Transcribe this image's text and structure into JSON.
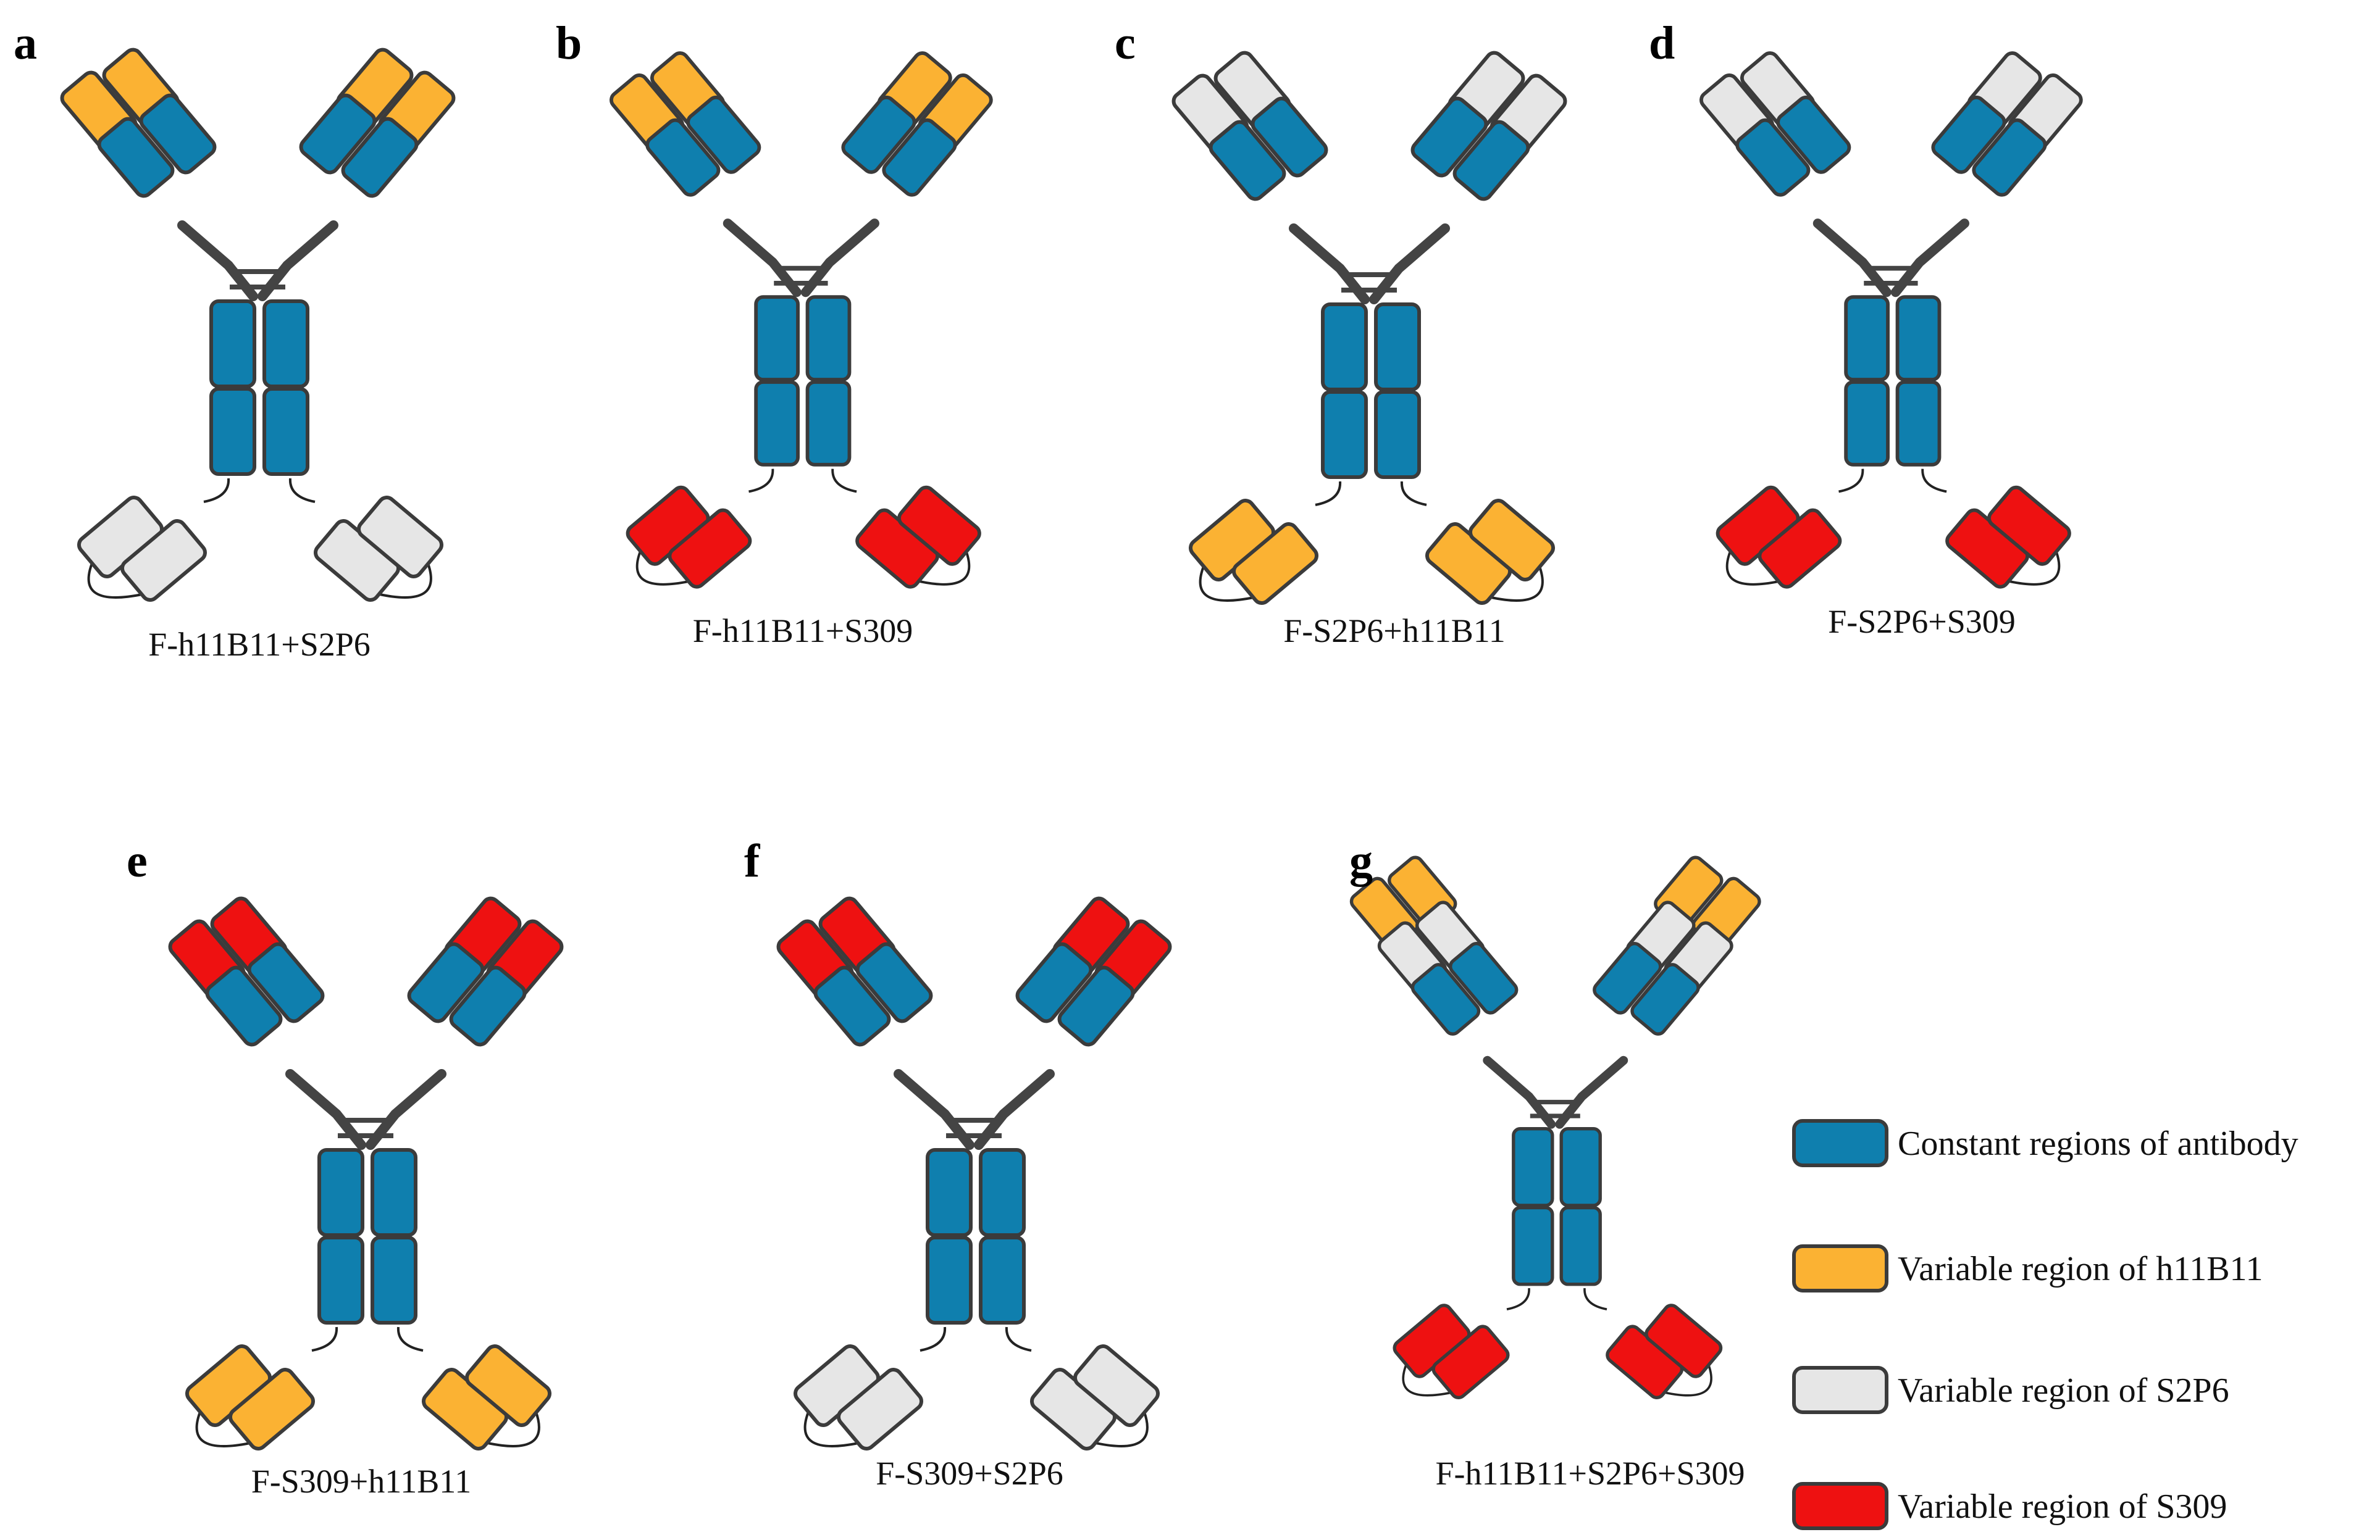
{
  "colors": {
    "constant": "#0f7fae",
    "h11B11": "#fbb233",
    "S2P6": "#e6e6e6",
    "S309": "#ee1111"
  },
  "panels": [
    {
      "letter": "a",
      "caption": "F-h11B11+S2P6",
      "fab_outer": "h11B11",
      "fab_inner": "h11B11",
      "fc_tail": "S2P6"
    },
    {
      "letter": "b",
      "caption": "F-h11B11+S309",
      "fab_outer": "h11B11",
      "fab_inner": "h11B11",
      "fc_tail": "S309"
    },
    {
      "letter": "c",
      "caption": "F-S2P6+h11B11",
      "fab_outer": "S2P6",
      "fab_inner": "S2P6",
      "fc_tail": "h11B11"
    },
    {
      "letter": "d",
      "caption": "F-S2P6+S309",
      "fab_outer": "S2P6",
      "fab_inner": "S2P6",
      "fc_tail": "S309"
    },
    {
      "letter": "e",
      "caption": "F-S309+h11B11",
      "fab_outer": "S309",
      "fab_inner": "S309",
      "fc_tail": "h11B11"
    },
    {
      "letter": "f",
      "caption": "F-S309+S2P6",
      "fab_outer": "S309",
      "fab_inner": "S309",
      "fc_tail": "S2P6"
    },
    {
      "letter": "g",
      "caption": "F-h11B11+S2P6+S309",
      "fab_outer": "h11B11",
      "fab_inner": "S2P6",
      "fc_tail": "S309"
    }
  ],
  "legend": [
    {
      "label": "Constant regions of antibody",
      "color_key": "constant"
    },
    {
      "label": "Variable region of h11B11",
      "color_key": "h11B11"
    },
    {
      "label": "Variable region of S2P6",
      "color_key": "S2P6"
    },
    {
      "label": "Variable region of S309",
      "color_key": "S309"
    }
  ]
}
